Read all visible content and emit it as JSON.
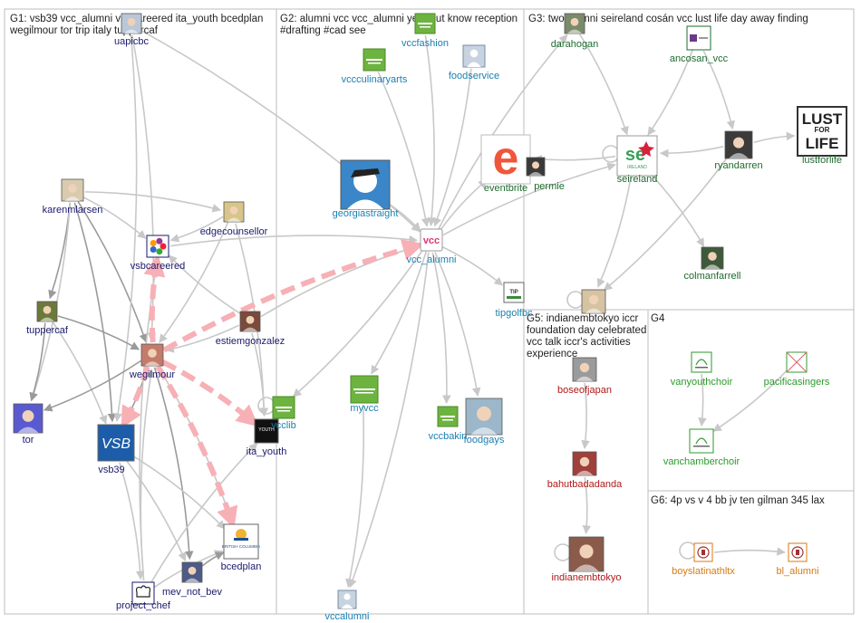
{
  "colors": {
    "g1": "#1a1a6e",
    "g2": "#1a7fb0",
    "g3": "#1d6b2e",
    "g4": "#2b9a2b",
    "g5": "#b01818",
    "g6": "#d97a10",
    "pink_edge": "#f7b0b5",
    "gray_edge": "#c8c8c8"
  },
  "groups": [
    {
      "id": "g1",
      "title_lines": [
        "G1: vsb39 vcc_alumni vsbcareered ita_youth bcedplan",
        "wegilmour tor trip italy tuppercaf"
      ]
    },
    {
      "id": "g2",
      "title_lines": [
        "G2: alumni vcc vcc_alumni year out know reception",
        "#drafting #cad see"
      ]
    },
    {
      "id": "g3",
      "title_lines": [
        "G3: two alumni seireland cosán vcc lust life day away finding"
      ]
    },
    {
      "id": "g5",
      "title_lines": [
        "G5: indianembtokyo iccr",
        "foundation day celebrated",
        "vcc talk iccr's activities",
        "experience"
      ]
    },
    {
      "id": "g4",
      "title_lines": [
        "G4"
      ]
    },
    {
      "id": "g6",
      "title_lines": [
        "G6: 4p vs v 4 bb jv ten gilman 345 lax"
      ]
    }
  ],
  "nodes": [
    {
      "id": "uapicbc",
      "label": "uapicbc",
      "group": "g1",
      "icon": "profile-icon"
    },
    {
      "id": "karenmlarsen",
      "label": "karenmlarsen",
      "group": "g1",
      "icon": "profile-icon"
    },
    {
      "id": "vsbcareered",
      "label": "vsbcareered",
      "group": "g1",
      "icon": "logo-icon"
    },
    {
      "id": "edgecounsellor",
      "label": "edgecounsellor",
      "group": "g1",
      "icon": "profile-icon"
    },
    {
      "id": "tuppercaf",
      "label": "tuppercaf",
      "group": "g1",
      "icon": "profile-icon"
    },
    {
      "id": "estiemgonzalez",
      "label": "estiemgonzalez",
      "group": "g1",
      "icon": "profile-icon"
    },
    {
      "id": "wegilmour",
      "label": "wegilmour",
      "group": "g1",
      "icon": "profile-icon"
    },
    {
      "id": "tor",
      "label": "tor",
      "group": "g1",
      "icon": "profile-icon"
    },
    {
      "id": "vsb39",
      "label": "vsb39",
      "group": "g1",
      "icon": "logo-icon",
      "logo_text": "VSB"
    },
    {
      "id": "ita_youth",
      "label": "ita_youth",
      "group": "g1",
      "icon": "logo-icon",
      "logo_text": "YOUTH"
    },
    {
      "id": "bcedplan",
      "label": "bcedplan",
      "group": "g1",
      "icon": "logo-icon",
      "logo_text": "BRITISH COLUMBIA"
    },
    {
      "id": "mev_not_bev",
      "label": "mev_not_bev",
      "group": "g1",
      "icon": "profile-icon"
    },
    {
      "id": "project_chef",
      "label": "project_chef",
      "group": "g1",
      "icon": "logo-icon"
    },
    {
      "id": "vccfashion",
      "label": "vccfashion",
      "group": "g2",
      "icon": "logo-icon"
    },
    {
      "id": "vccculinaryarts",
      "label": "vccculinaryarts",
      "group": "g2",
      "icon": "logo-icon"
    },
    {
      "id": "foodservice",
      "label": "foodservice",
      "group": "g2",
      "icon": "default-avatar-icon"
    },
    {
      "id": "georgiastraight",
      "label": "georgiastraight",
      "group": "g2",
      "icon": "logo-icon"
    },
    {
      "id": "vcc_alumni",
      "label": "vcc_alumni",
      "group": "g2",
      "icon": "logo-icon",
      "logo_text": "vcc"
    },
    {
      "id": "tipgolfbc",
      "label": "tipgolfbc",
      "group": "g2",
      "icon": "logo-icon",
      "logo_text": "TIP"
    },
    {
      "id": "myvcc",
      "label": "myvcc",
      "group": "g2",
      "icon": "logo-icon"
    },
    {
      "id": "vcclib",
      "label": "vcclib",
      "group": "g2",
      "icon": "logo-icon"
    },
    {
      "id": "vccbaking",
      "label": "vccbakin",
      "group": "g2",
      "icon": "logo-icon"
    },
    {
      "id": "foodgays",
      "label": "foodgays",
      "group": "g2",
      "icon": "profile-icon"
    },
    {
      "id": "vccalumni",
      "label": "vccalumni",
      "group": "g2",
      "icon": "default-avatar-icon"
    },
    {
      "id": "darahogan",
      "label": "darahogan",
      "group": "g3",
      "icon": "profile-icon"
    },
    {
      "id": "ancosan_vcc",
      "label": "ancosan_vcc",
      "group": "g3",
      "icon": "logo-icon"
    },
    {
      "id": "lustforlife",
      "label": "lustforlife",
      "group": "g3",
      "icon": "logo-icon",
      "logo_lines": [
        "LUST",
        "FOR",
        "LIFE"
      ]
    },
    {
      "id": "eventbrite",
      "label": "eventbrite",
      "group": "g3",
      "icon": "logo-icon",
      "logo_text": "e"
    },
    {
      "id": "permie",
      "label": "permie",
      "group": "g3",
      "icon": "profile-icon"
    },
    {
      "id": "seireland",
      "label": "seireland",
      "group": "g3",
      "icon": "logo-icon",
      "logo_text": "se",
      "logo_sub": "IRELAND"
    },
    {
      "id": "ryandarren",
      "label": "ryandarren",
      "group": "g3",
      "icon": "profile-icon"
    },
    {
      "id": "colmanfarrell",
      "label": "colmanfarrell",
      "group": "g3",
      "icon": "profile-icon"
    },
    {
      "id": "g3profile",
      "label": "",
      "group": "g3",
      "icon": "profile-icon"
    },
    {
      "id": "boseofjapan",
      "label": "boseofjapan",
      "group": "g5",
      "icon": "profile-icon"
    },
    {
      "id": "bahutbadadanda",
      "label": "bahutbadadanda",
      "group": "g5",
      "icon": "profile-icon"
    },
    {
      "id": "indianembtokyo",
      "label": "indianembtokyo",
      "group": "g5",
      "icon": "profile-icon"
    },
    {
      "id": "vanyouthchoir",
      "label": "vanyouthchoir",
      "group": "g4",
      "icon": "logo-icon"
    },
    {
      "id": "pacificasingers",
      "label": "pacificasingers",
      "group": "g4",
      "icon": "broken-image-icon"
    },
    {
      "id": "vanchamberchoir",
      "label": "vanchamberchoir",
      "group": "g4",
      "icon": "logo-icon"
    },
    {
      "id": "boyslatinathltx",
      "label": "boyslatinathltx",
      "group": "g6",
      "icon": "logo-icon"
    },
    {
      "id": "bl_alumni",
      "label": "bl_alumni",
      "group": "g6",
      "icon": "logo-icon"
    }
  ]
}
